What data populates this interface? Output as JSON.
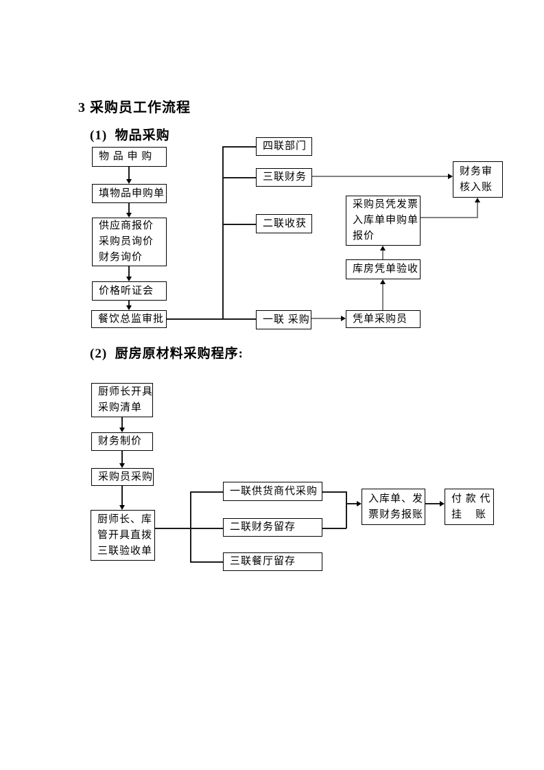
{
  "page": {
    "title": "3 采购员工作流程"
  },
  "colors": {
    "ink": "#000000",
    "connector_gray": "#808080",
    "background": "#ffffff"
  },
  "flow1": {
    "heading": "(1)  物品采购",
    "nodes": {
      "apply": {
        "lines": [
          "物 品 申 购"
        ]
      },
      "fill_form": {
        "lines": [
          "填物品申购单"
        ]
      },
      "quotes": {
        "lines": [
          "供应商报价",
          "采购员询价",
          "财务询价"
        ]
      },
      "hearing": {
        "lines": [
          "价格听证会"
        ]
      },
      "approve": {
        "lines": [
          "餐饮总监审批"
        ]
      },
      "copy4": {
        "lines": [
          "四联部门"
        ]
      },
      "copy3": {
        "lines": [
          "三联财务"
        ]
      },
      "copy2": {
        "lines": [
          "二联收获"
        ]
      },
      "copy1": {
        "lines": [
          "一联 采购"
        ]
      },
      "purchaser_docs": {
        "lines": [
          "采购员凭发票",
          "入库单申购单",
          "报价"
        ]
      },
      "warehouse_check": {
        "lines": [
          "库房凭单验收"
        ]
      },
      "voucher_purchaser": {
        "lines": [
          "凭单采购员"
        ]
      },
      "finance_audit": {
        "lines": [
          "财务审",
          "核入账"
        ]
      }
    }
  },
  "flow2": {
    "heading": "(2)  厨房原材料采购程序:",
    "nodes": {
      "chef_list": {
        "lines": [
          "厨师长开具",
          "采购清单"
        ]
      },
      "finance_pricing": {
        "lines": [
          "财务制价"
        ]
      },
      "buyer_purchase": {
        "lines": [
          "采购员采购"
        ]
      },
      "receipt_form": {
        "lines": [
          "厨师长、库",
          "管开具直拨",
          "三联验收单"
        ]
      },
      "copy1": {
        "lines": [
          "一联供货商代采购"
        ]
      },
      "copy2": {
        "lines": [
          "二联财务留存"
        ]
      },
      "copy3": {
        "lines": [
          "三联餐厅留存"
        ]
      },
      "reimburse": {
        "lines": [
          "入库单、发",
          "票财务报账"
        ]
      },
      "payment": {
        "lines": [
          "付 款 代",
          "挂    账"
        ]
      }
    }
  }
}
